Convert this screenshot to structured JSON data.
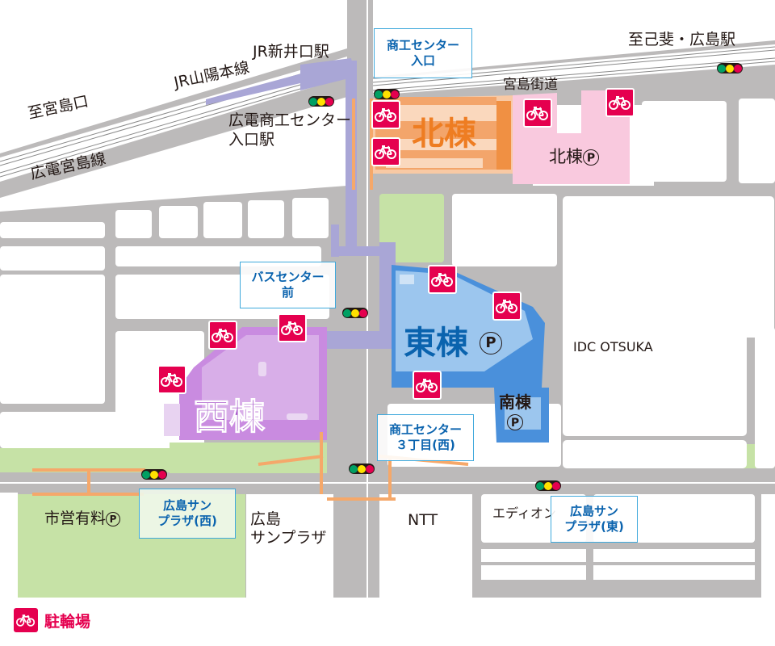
{
  "colors": {
    "road": "#bcbaba",
    "block": "#ffffff",
    "park": "#c6e2a6",
    "west_building": "#c98be0",
    "west_building_text": "#a755c9",
    "east_building": "#4a90db",
    "east_building_text": "#0a63ae",
    "north_building": "#f3a56b",
    "north_building_text": "#ee7d22",
    "north_parking": "#f9c9de",
    "walkway": "#a9a6d6",
    "bike_parking": "#e5004f",
    "bus_stop_border": "#3fa9dc",
    "bus_stop_text": "#0a63ae",
    "crosswalk": "#f5a86a"
  },
  "labels": {
    "jr_station": "JR新井口駅",
    "jr_line": "JR山陽本線",
    "to_miyajimaguchi": "至宮島口",
    "hiroden_station_line1": "広電商工センター",
    "hiroden_station_line2": "入口駅",
    "hiroden_line": "広電宮島線",
    "to_itsukaichi": "至己斐・広島駅",
    "miyajima_kaido": "宮島街道",
    "idc_otsuka": "IDC OTSUKA",
    "ntt": "NTT",
    "edion": "エディオン",
    "sunplaza_line1": "広島",
    "sunplaza_line2": "サンプラザ",
    "municipal_parking": "市営有料",
    "parking_symbol": "P"
  },
  "buildings": {
    "north": "北棟",
    "north_parking": "北棟",
    "east": "東棟",
    "south": "南棟",
    "west": "西棟"
  },
  "bus_stops": [
    {
      "id": "shoko-center-iriguchi",
      "line1": "商工センター",
      "line2": "入口"
    },
    {
      "id": "bus-center-mae",
      "line1": "バスセンター",
      "line2": "前"
    },
    {
      "id": "shoko-center-3chome-west",
      "line1": "商工センター",
      "line2": "３丁目(西)"
    },
    {
      "id": "sunplaza-west",
      "line1": "広島サン",
      "line2": "プラザ(西)"
    },
    {
      "id": "sunplaza-east",
      "line1": "広島サン",
      "line2": "プラザ(東)"
    }
  ],
  "legend": {
    "icon": "bicycle-icon",
    "label": "駐輪場"
  }
}
